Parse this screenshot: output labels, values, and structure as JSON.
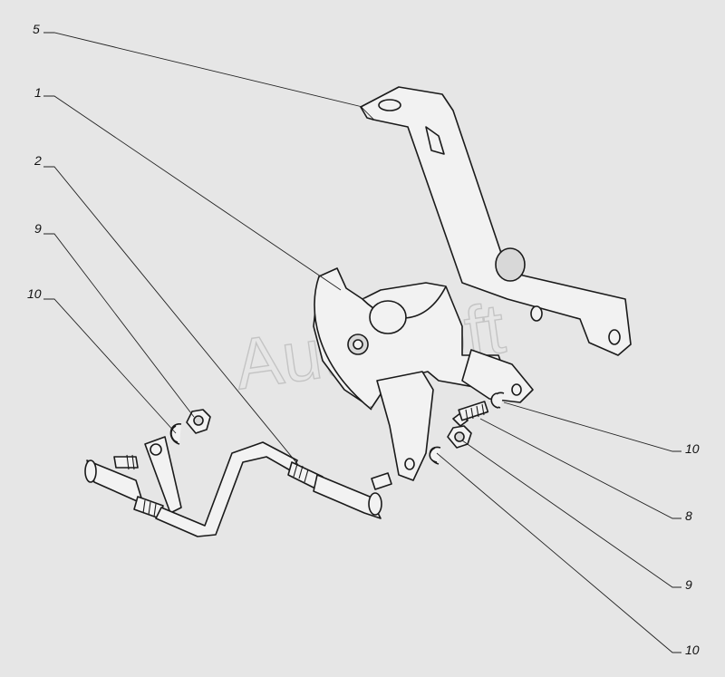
{
  "watermark": "AutoSoft",
  "callouts": {
    "c5": "5",
    "c1": "1",
    "c2": "2",
    "c9_left": "9",
    "c10_left": "10",
    "c10_right_top": "10",
    "c8": "8",
    "c9_right": "9",
    "c10_right_bottom": "10"
  },
  "colors": {
    "background": "#e6e6e6",
    "line": "#1a1a1a"
  }
}
